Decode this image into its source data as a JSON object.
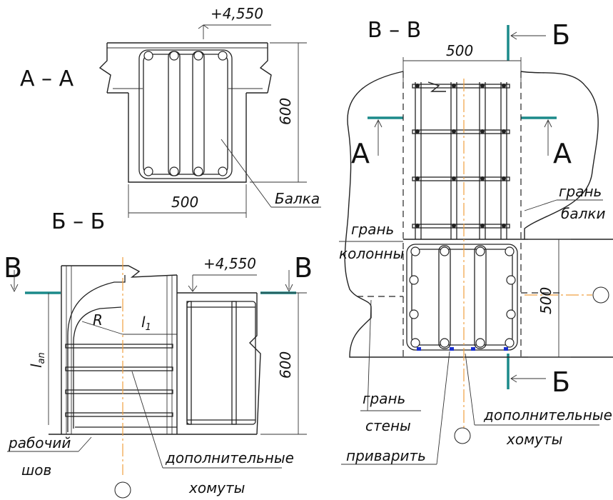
{
  "sections": {
    "aa": "А – А",
    "bb": "Б – Б",
    "vv": "В – В"
  },
  "cut_letters": {
    "a": "А",
    "b": "Б",
    "v": "В"
  },
  "dimensions": {
    "elevation": "+4,550",
    "width_500": "500",
    "height_600": "600",
    "length_l1": "l1",
    "length_lan": "lan",
    "radius": "R"
  },
  "labels": {
    "beam": "Балка",
    "beam_face_1": "грань",
    "beam_face_2": "балки",
    "column_face_1": "грань",
    "column_face_2": "колонны",
    "wall_face_1": "грань",
    "wall_face_2": "стены",
    "joint_1": "рабочий",
    "joint_2": "шов",
    "extra_stirrups_1": "дополнительные",
    "extra_stirrups_2": "хомуты",
    "weld": "приварить"
  },
  "colors": {
    "cut_line": "#1b8a8a",
    "axis_line": "#f0a040",
    "weld_mark": "#1a2fd0"
  }
}
